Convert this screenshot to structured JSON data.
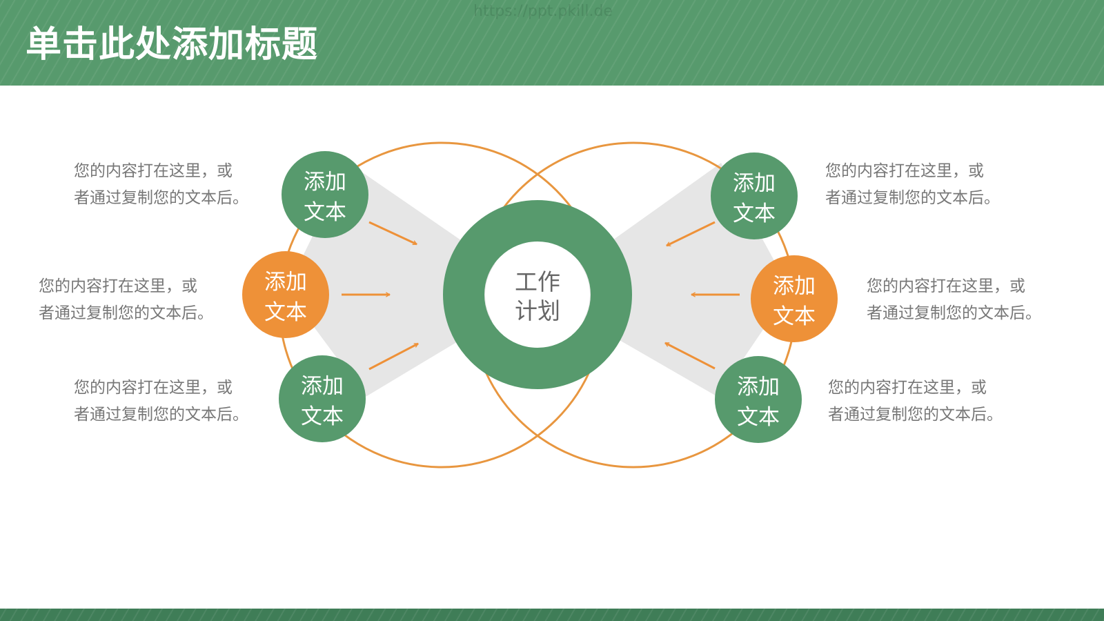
{
  "header": {
    "title": "单击此处添加标题",
    "watermark": "https://ppt.pkill.de"
  },
  "colors": {
    "green": "#579a6d",
    "orange": "#ee9138",
    "ring_line": "#e8963f",
    "shade": "#e6e6e6",
    "text_gray": "#777777"
  },
  "center": {
    "line1": "工作",
    "line2": "计划"
  },
  "nodes": [
    {
      "id": "left-top",
      "color": "green",
      "line1": "添加",
      "line2": "文本"
    },
    {
      "id": "left-middle",
      "color": "orange",
      "line1": "添加",
      "line2": "文本"
    },
    {
      "id": "left-bottom",
      "color": "green",
      "line1": "添加",
      "line2": "文本"
    },
    {
      "id": "right-top",
      "color": "green",
      "line1": "添加",
      "line2": "文本"
    },
    {
      "id": "right-middle",
      "color": "orange",
      "line1": "添加",
      "line2": "文本"
    },
    {
      "id": "right-bottom",
      "color": "green",
      "line1": "添加",
      "line2": "文本"
    }
  ],
  "descriptions": [
    {
      "id": "left-top",
      "line1": "您的内容打在这里，或",
      "line2": "者通过复制您的文本后。"
    },
    {
      "id": "left-middle",
      "line1": "您的内容打在这里，或",
      "line2": "者通过复制您的文本后。"
    },
    {
      "id": "left-bottom",
      "line1": "您的内容打在这里，或",
      "line2": "者通过复制您的文本后。"
    },
    {
      "id": "right-top",
      "line1": "您的内容打在这里，或",
      "line2": "者通过复制您的文本后。"
    },
    {
      "id": "right-middle",
      "line1": "您的内容打在这里，或",
      "line2": "者通过复制您的文本后。"
    },
    {
      "id": "right-bottom",
      "line1": "您的内容打在这里，或",
      "line2": "者通过复制您的文本后。"
    }
  ]
}
